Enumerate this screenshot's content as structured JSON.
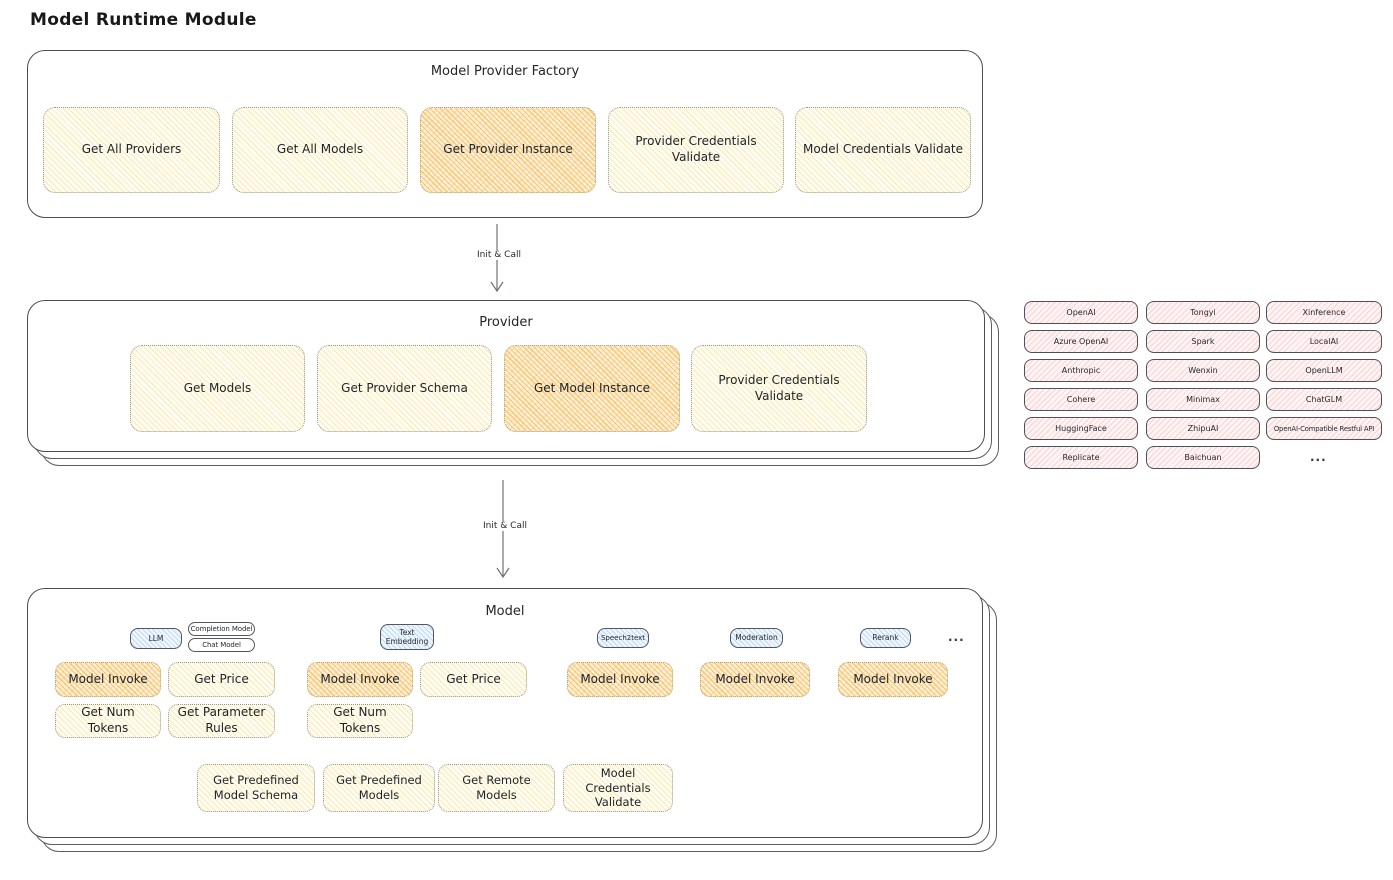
{
  "title": "Model Runtime Module",
  "colors": {
    "yellow_fill": "#fffcf0",
    "yellow_hatch": "#f1d88a",
    "orange_fill": "#fdf0d5",
    "orange_hatch": "#f6ba60",
    "pink_fill": "#fff4f4",
    "pink_hatch": "#faa0a0",
    "blue_fill": "#eff6fd",
    "blue_hatch": "#82b9eb",
    "outline": "#4a4d53",
    "dotted_border": "#9a968a"
  },
  "factory": {
    "title": "Model Provider Factory",
    "buttons": [
      {
        "label": "Get All Providers",
        "highlighted": false
      },
      {
        "label": "Get All Models",
        "highlighted": false
      },
      {
        "label": "Get Provider Instance",
        "highlighted": true
      },
      {
        "label": "Provider Credentials Validate",
        "highlighted": false
      },
      {
        "label": "Model Credentials Validate",
        "highlighted": false
      }
    ]
  },
  "arrows": [
    {
      "label": "Init & Call"
    },
    {
      "label": "Init & Call"
    }
  ],
  "provider": {
    "title": "Provider",
    "buttons": [
      {
        "label": "Get Models",
        "highlighted": false
      },
      {
        "label": "Get Provider Schema",
        "highlighted": false
      },
      {
        "label": "Get Model Instance",
        "highlighted": true
      },
      {
        "label": "Provider Credentials Validate",
        "highlighted": false
      }
    ]
  },
  "providers_grid": {
    "columns": [
      {
        "items": [
          "OpenAI",
          "Azure OpenAI",
          "Anthropic",
          "Cohere",
          "HuggingFace",
          "Replicate"
        ]
      },
      {
        "items": [
          "Tongyi",
          "Spark",
          "Wenxin",
          "Minimax",
          "ZhipuAI",
          "Baichuan"
        ]
      },
      {
        "items": [
          "Xinference",
          "LocalAI",
          "OpenLLM",
          "ChatGLM",
          "OpenAI-Compatible Restful API"
        ]
      }
    ],
    "more": "..."
  },
  "model": {
    "title": "Model",
    "more": "...",
    "groups": [
      {
        "tag": "LLM",
        "subtags": [
          "Completion Model",
          "Chat Model"
        ],
        "buttons": [
          {
            "label": "Model Invoke",
            "highlighted": true
          },
          {
            "label": "Get Price",
            "highlighted": false
          },
          {
            "label": "Get Num Tokens",
            "highlighted": false
          },
          {
            "label": "Get Parameter Rules",
            "highlighted": false
          }
        ]
      },
      {
        "tag": "Text Embedding",
        "buttons": [
          {
            "label": "Model Invoke",
            "highlighted": true
          },
          {
            "label": "Get Price",
            "highlighted": false
          },
          {
            "label": "Get Num Tokens",
            "highlighted": false
          }
        ]
      },
      {
        "tag": "Speech2text",
        "buttons": [
          {
            "label": "Model Invoke",
            "highlighted": true
          }
        ]
      },
      {
        "tag": "Moderation",
        "buttons": [
          {
            "label": "Model Invoke",
            "highlighted": true
          }
        ]
      },
      {
        "tag": "Rerank",
        "buttons": [
          {
            "label": "Model Invoke",
            "highlighted": true
          }
        ]
      }
    ],
    "bottom_buttons": [
      {
        "label": "Get Predefined Model Schema"
      },
      {
        "label": "Get Predefined Models"
      },
      {
        "label": "Get Remote Models"
      },
      {
        "label": "Model Credentials Validate"
      }
    ]
  }
}
